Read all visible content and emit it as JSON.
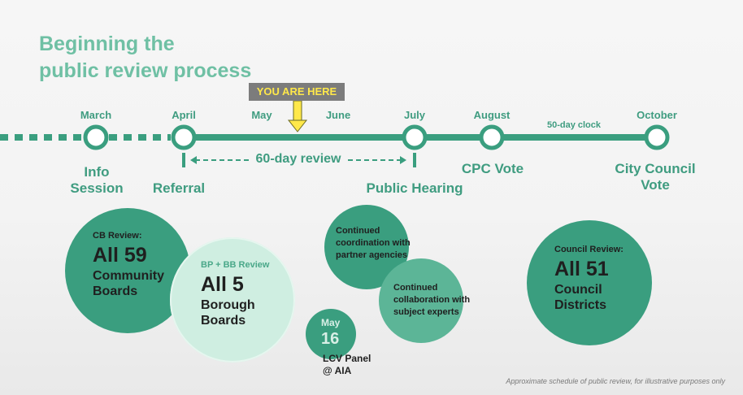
{
  "title": {
    "line1": "Beginning the",
    "line2": "public review process"
  },
  "timeline": {
    "months": [
      "March",
      "April",
      "May",
      "June",
      "July",
      "August",
      "October"
    ],
    "clock_label": "50-day clock",
    "review_label": "60-day review",
    "marker": "YOU ARE HERE"
  },
  "stages": {
    "info": [
      "Info",
      "Session"
    ],
    "referral": "Referral",
    "public_hearing": "Public Hearing",
    "cpc_vote": "CPC Vote",
    "council_vote": [
      "City Council",
      "Vote"
    ]
  },
  "bubbles": {
    "cb": {
      "head": "CB Review:",
      "prefix": "All",
      "number": "59",
      "line1": "Community",
      "line2": "Boards"
    },
    "bp": {
      "head": "BP + BB Review",
      "prefix": "All",
      "number": "5",
      "line1": "Borough",
      "line2": "Boards"
    },
    "coordination": {
      "line1": "Continued",
      "line2": "coordination with",
      "line3": "partner agencies"
    },
    "collaboration": {
      "line1": "Continued",
      "line2": "collaboration with",
      "line3": "subject experts"
    },
    "may": {
      "month": "May",
      "day": "16",
      "line1": "LCV Panel",
      "line2": "@ AIA"
    },
    "council": {
      "head": "Council Review:",
      "prefix": "All",
      "number": "51",
      "line1": "Council",
      "line2": "Districts"
    }
  },
  "footnote": "Approximate schedule of public review, for illustrative purposes only",
  "colors": {
    "accent": "#3f9c80",
    "light_accent": "#6fc0a4",
    "bubble_dark": "#3a9e7f",
    "bubble_light": "#cfeee1",
    "marker_bg": "#7c7c7c",
    "marker_text": "#ffe84a"
  }
}
